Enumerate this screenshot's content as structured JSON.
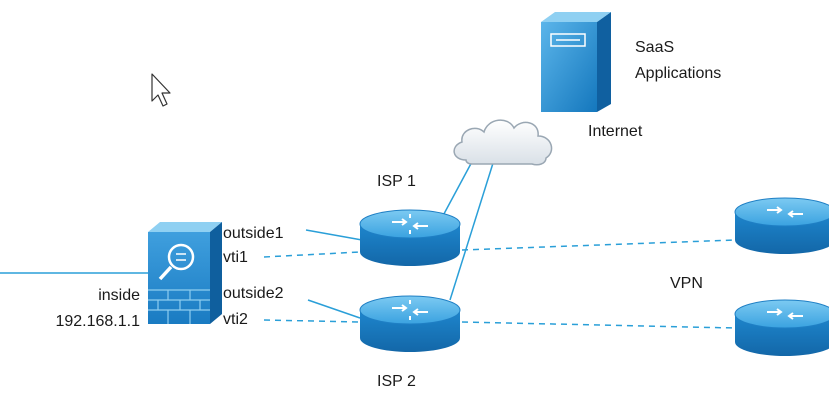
{
  "labels": {
    "saas_line1": "SaaS",
    "saas_line2": "Applications",
    "internet": "Internet",
    "isp1": "ISP 1",
    "isp2": "ISP 2",
    "vpn": "VPN",
    "outside1": "outside1",
    "vti1": "vti1",
    "outside2": "outside2",
    "vti2": "vti2",
    "inside": "inside",
    "inside_ip": "192.168.1.1"
  },
  "colors": {
    "link_line": "#2a9fd8",
    "device_blue": "#1f8ad0",
    "device_light": "#6cc2ef",
    "cloud_fill": "#e8edf2",
    "cloud_stroke": "#9aa7b3",
    "text": "#1a1a1a"
  },
  "icons": [
    "server-icon",
    "cloud-icon",
    "router-icon",
    "firewall-icon",
    "cursor-icon"
  ]
}
